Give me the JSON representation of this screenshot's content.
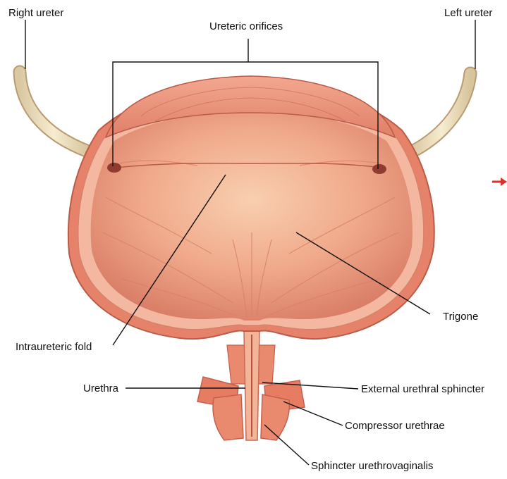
{
  "labels": {
    "right_ureter": "Right ureter",
    "left_ureter": "Left ureter",
    "ureteric_orifices": "Ureteric orifices",
    "trigone": "Trigone",
    "intraureteric_fold": "Intraureteric fold",
    "urethra": "Urethra",
    "external_urethral_sphincter": "External urethral sphincter",
    "compressor_urethrae": "Compressor urethrae",
    "sphincter_urethrovaginalis": "Sphincter urethrovaginalis"
  },
  "colors": {
    "wall_outer": "#e8826a",
    "wall_inner": "#f2a48e",
    "lumen": "#f0a98a",
    "lumen_center": "#f6c3a4",
    "ureter": "#f1e3c2",
    "leader": "#111111",
    "arrow": "#d9302a"
  },
  "icons": {
    "edge_arrow": "red-arrow-icon"
  }
}
